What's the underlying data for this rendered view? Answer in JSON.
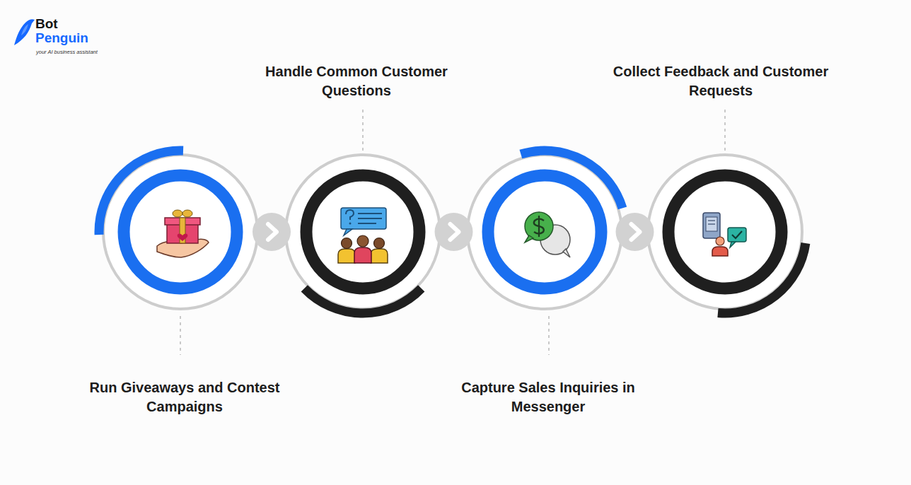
{
  "diagram": {
    "nodes": [
      {
        "text": [
          "Run Giveaways and Contest Campaigns"
        ]
      },
      {
        "text": [
          "Handle Common Customer Questions"
        ]
      },
      {
        "text": [
          "Capture Sales Inquiries in Messenger"
        ]
      },
      {
        "text": [
          "Collect Feedback and Customer Requests"
        ]
      }
    ],
    "edges": [
      {
        "from": 0,
        "to": 1,
        "arrow": "to"
      },
      {
        "from": 1,
        "to": 2,
        "arrow": "to"
      },
      {
        "from": 2,
        "to": 3,
        "arrow": "to"
      }
    ],
    "labels": [
      "Bot",
      "Penguin",
      "your AI business assistant"
    ]
  }
}
